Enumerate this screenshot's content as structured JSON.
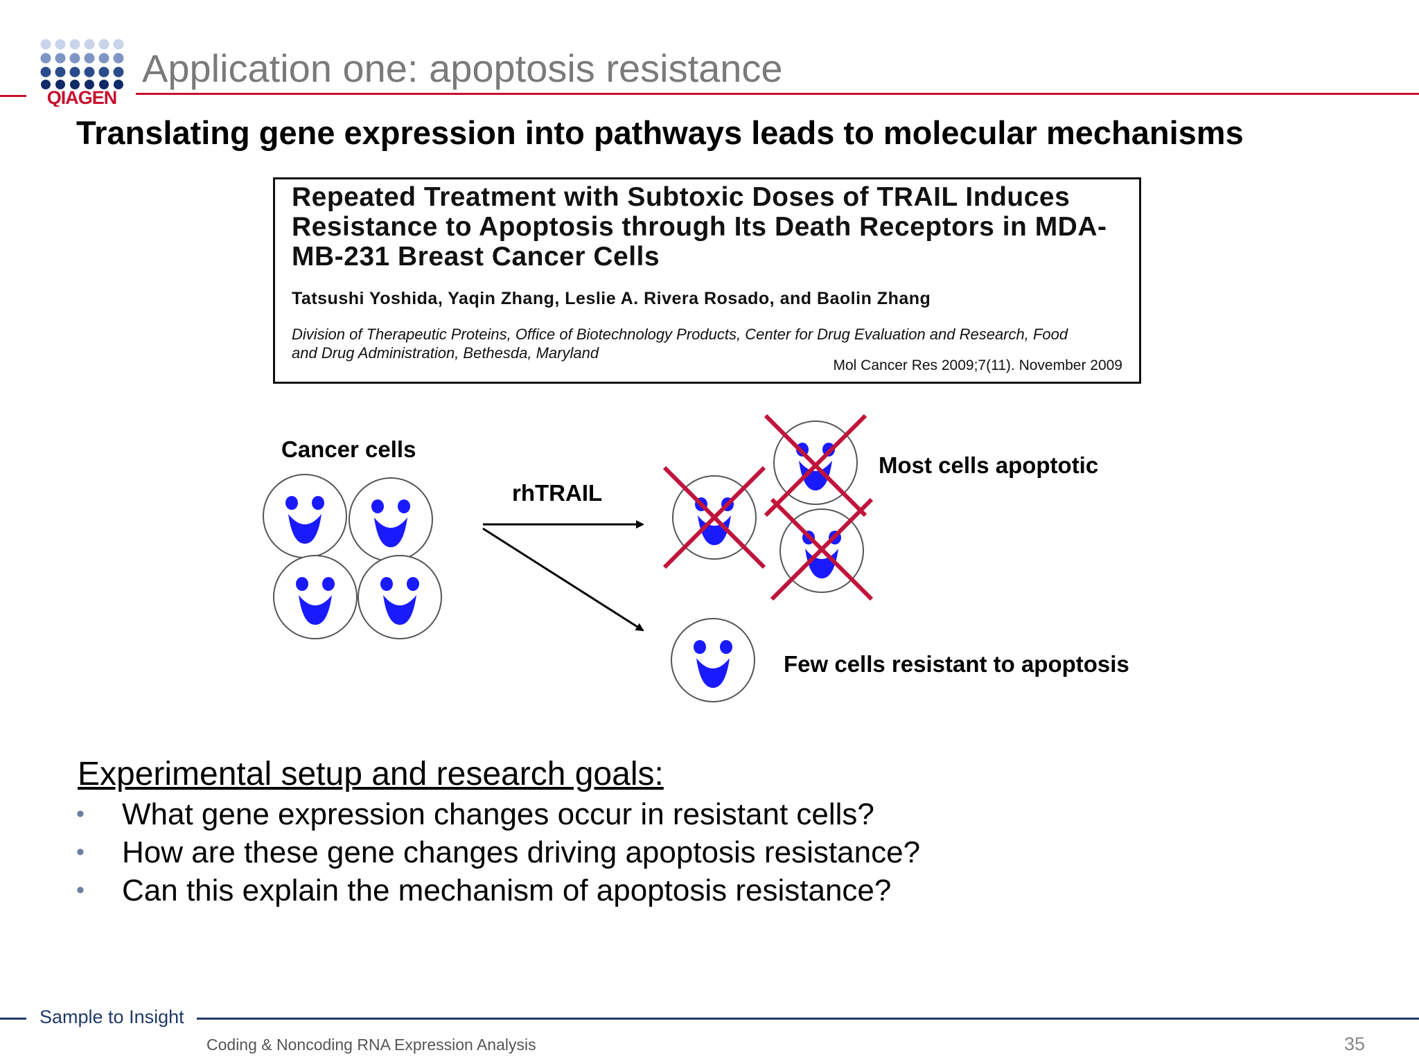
{
  "header": {
    "brand": "QIAGEN",
    "title": "Application one: apoptosis resistance",
    "subtitle": "Translating gene expression into pathways leads to molecular mechanisms"
  },
  "paper": {
    "title": "Repeated Treatment with Subtoxic Doses of TRAIL Induces Resistance to Apoptosis through Its Death Receptors in MDA-MB-231 Breast Cancer Cells",
    "authors": "Tatsushi Yoshida, Yaqin Zhang, Leslie A. Rivera Rosado, and Baolin Zhang",
    "affiliation": "Division of Therapeutic Proteins, Office of Biotechnology Products, Center for Drug Evaluation and Research, Food and Drug Administration, Bethesda, Maryland",
    "reference": "Mol Cancer Res 2009;7(11). November 2009"
  },
  "diagram": {
    "cancer_cells_label": "Cancer cells",
    "treatment_label": "rhTRAIL",
    "apoptotic_label": "Most cells apoptotic",
    "resistant_label": "Few cells resistant to apoptosis"
  },
  "goals": {
    "heading": "Experimental setup and research goals:",
    "items": [
      "What gene expression changes occur in resistant cells?",
      "How are these gene changes driving apoptosis resistance?",
      "Can this explain the mechanism of apoptosis resistance?"
    ]
  },
  "footer": {
    "tagline": "Sample to Insight",
    "deck": "Coding & Noncoding RNA Expression Analysis",
    "page": "35"
  },
  "colors": {
    "brand_red": "#c8102e",
    "brand_blue": "#1f3a68",
    "face_blue": "#1a1aff",
    "cross_red": "#c0143c"
  }
}
